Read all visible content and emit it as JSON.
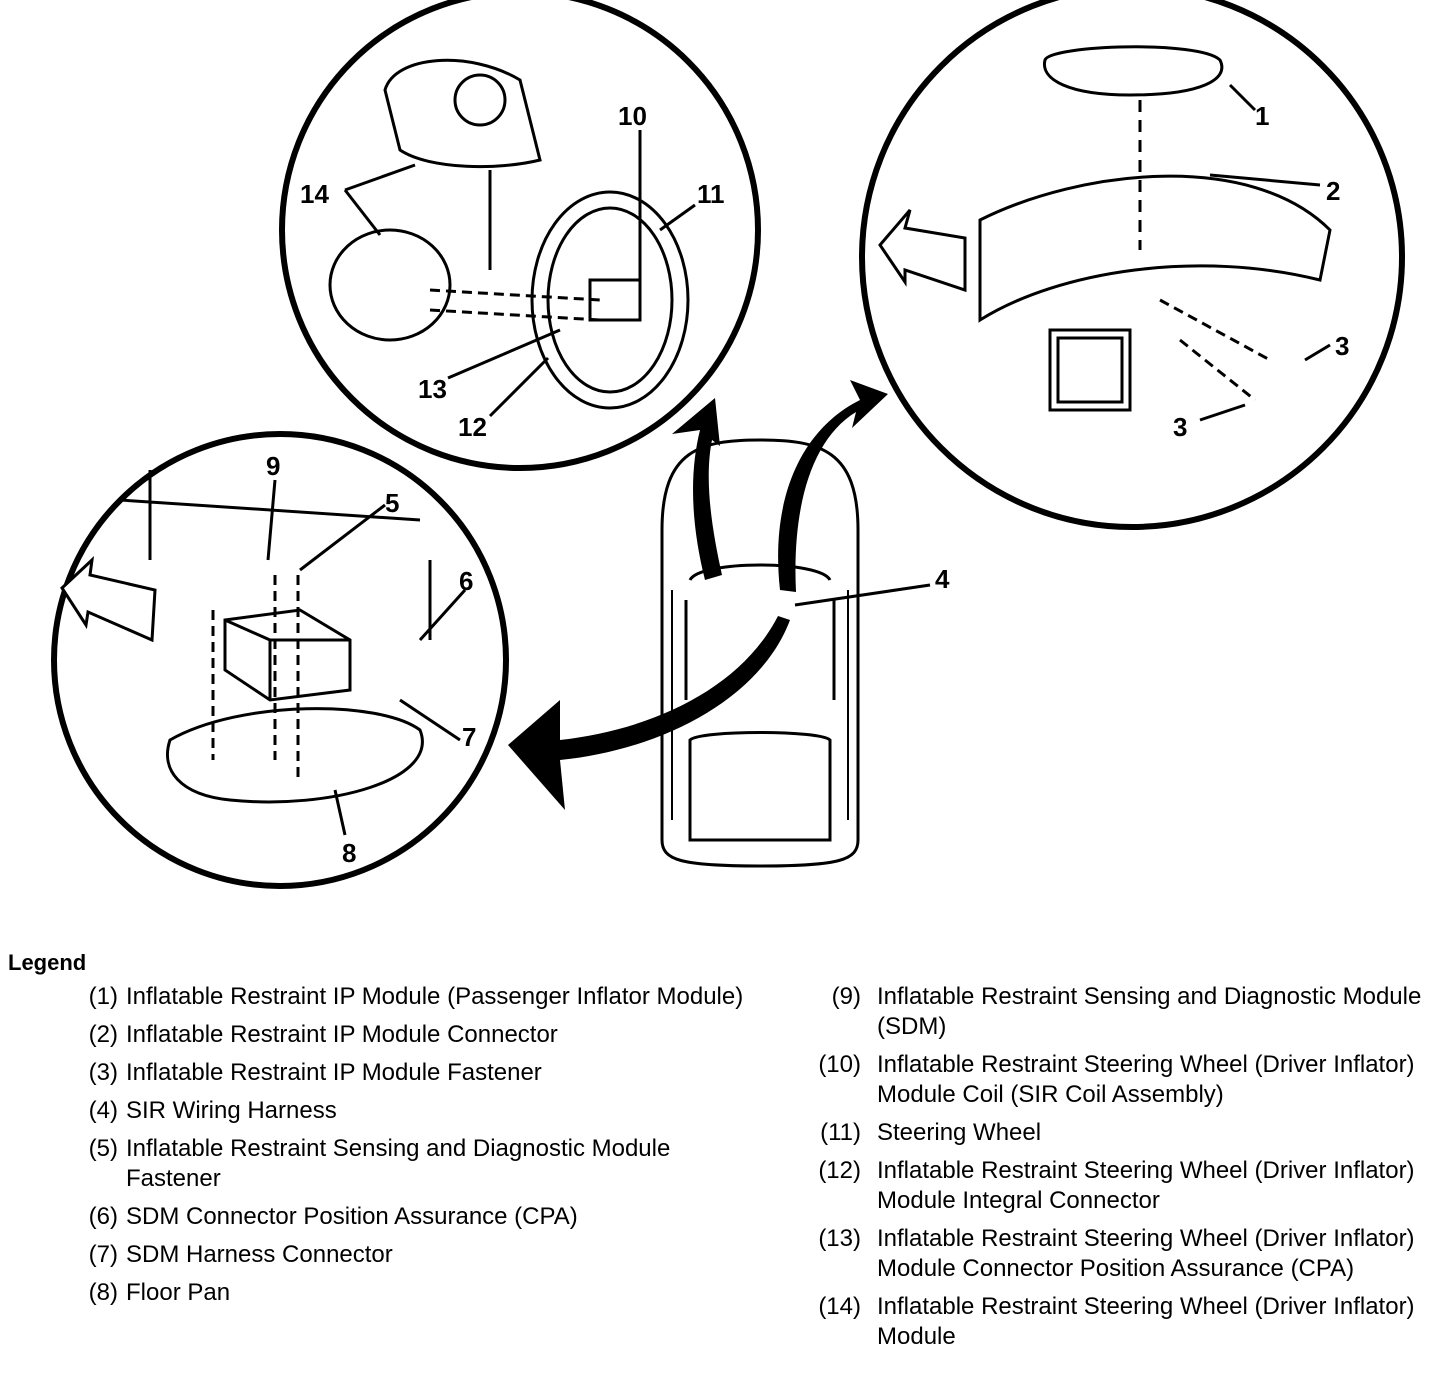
{
  "callouts": {
    "c1": "1",
    "c2": "2",
    "c3a": "3",
    "c3b": "3",
    "c4": "4",
    "c5": "5",
    "c6": "6",
    "c7": "7",
    "c8": "8",
    "c9": "9",
    "c10": "10",
    "c11": "11",
    "c12": "12",
    "c13": "13",
    "c14": "14"
  },
  "legend": {
    "title": "Legend",
    "left": [
      {
        "num": "(1)",
        "text": "Inflatable Restraint IP Module (Passenger Inflator Module)"
      },
      {
        "num": "(2)",
        "text": "Inflatable Restraint IP Module Connector"
      },
      {
        "num": "(3)",
        "text": "Inflatable Restraint IP Module Fastener"
      },
      {
        "num": "(4)",
        "text": "SIR Wiring Harness"
      },
      {
        "num": "(5)",
        "text": "Inflatable Restraint Sensing and Diagnostic Module Fastener"
      },
      {
        "num": "(6)",
        "text": "SDM Connector Position Assurance (CPA)"
      },
      {
        "num": "(7)",
        "text": "SDM Harness Connector"
      },
      {
        "num": "(8)",
        "text": "Floor Pan"
      }
    ],
    "right": [
      {
        "num": "(9)",
        "text": "Inflatable Restraint Sensing and Diagnostic Module (SDM)"
      },
      {
        "num": "(10)",
        "text": "Inflatable Restraint Steering Wheel (Driver Inflator) Module Coil (SIR Coil Assembly)"
      },
      {
        "num": "(11)",
        "text": "Steering Wheel"
      },
      {
        "num": "(12)",
        "text": "Inflatable Restraint Steering Wheel (Driver Inflator) Module Integral Connector"
      },
      {
        "num": "(13)",
        "text": "Inflatable Restraint Steering Wheel (Driver Inflator) Module Connector Position Assurance (CPA)"
      },
      {
        "num": "(14)",
        "text": "Inflatable Restraint Steering Wheel (Driver Inflator) Module"
      }
    ]
  }
}
